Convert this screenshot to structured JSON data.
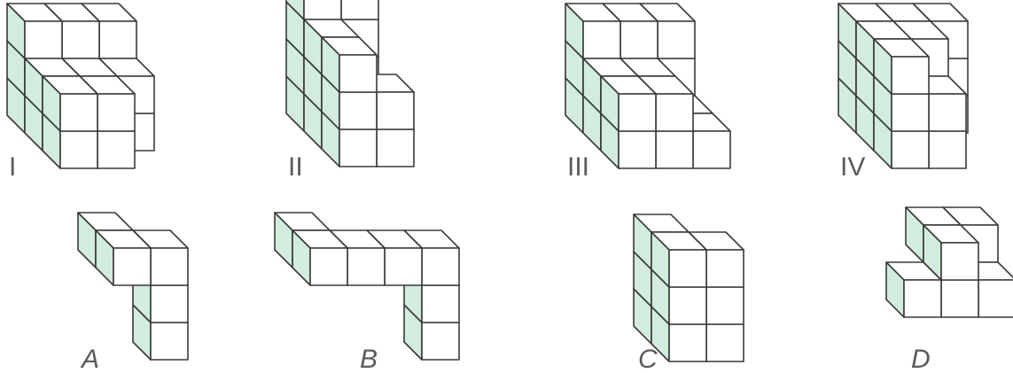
{
  "figures": [
    {
      "id": "I",
      "label": "I"
    },
    {
      "id": "II",
      "label": "II"
    },
    {
      "id": "III",
      "label": "III"
    },
    {
      "id": "IV",
      "label": "IV"
    }
  ],
  "options": [
    {
      "id": "A",
      "label": "A"
    },
    {
      "id": "B",
      "label": "B"
    },
    {
      "id": "C",
      "label": "C"
    },
    {
      "id": "D",
      "label": "D"
    }
  ],
  "colors": {
    "stroke": "#3a3a3a",
    "front_face": "#ffffff",
    "top_face": "#ffffff",
    "side_face": "#d2ecdd",
    "label": "#5a5a5a"
  }
}
